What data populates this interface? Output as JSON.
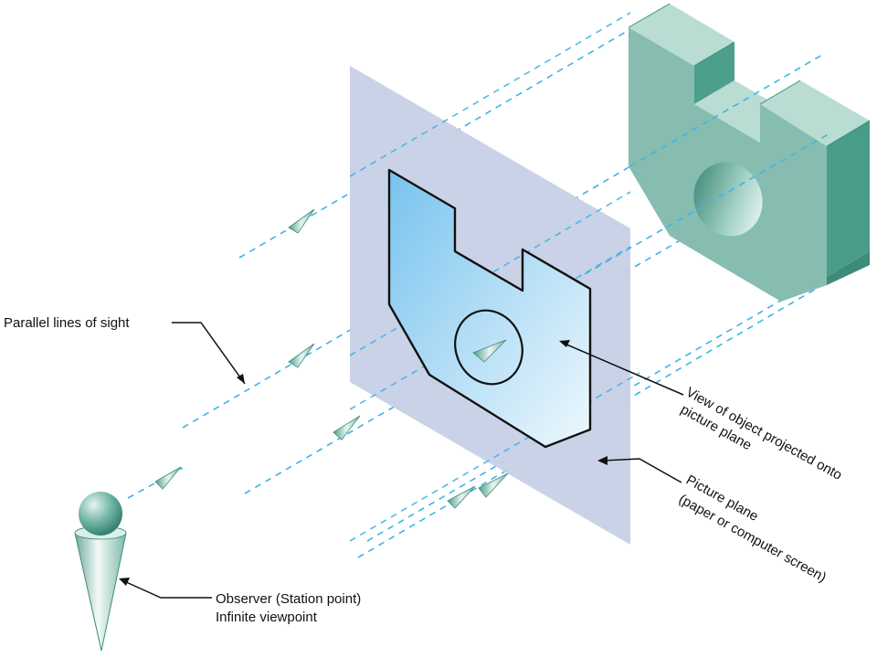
{
  "labels": {
    "parallel_lines": "Parallel lines of sight",
    "view_projected_line1": "View of object projected onto",
    "view_projected_line2": "picture plane",
    "picture_plane_line1": "Picture plane",
    "picture_plane_line2": "(paper or computer screen)",
    "observer_line1": "Observer (Station point)",
    "observer_line2": "Infinite viewpoint"
  },
  "colors": {
    "picture_plane": "#c7d0e6",
    "sight_lines": "#3fb4e6",
    "object_front": "#86bdb0",
    "object_top": "#b9dcd3",
    "object_side": "#4a9c8a",
    "projection_gradient_top": "#7fc6ef",
    "projection_gradient_bottom": "#eaf6fd"
  }
}
